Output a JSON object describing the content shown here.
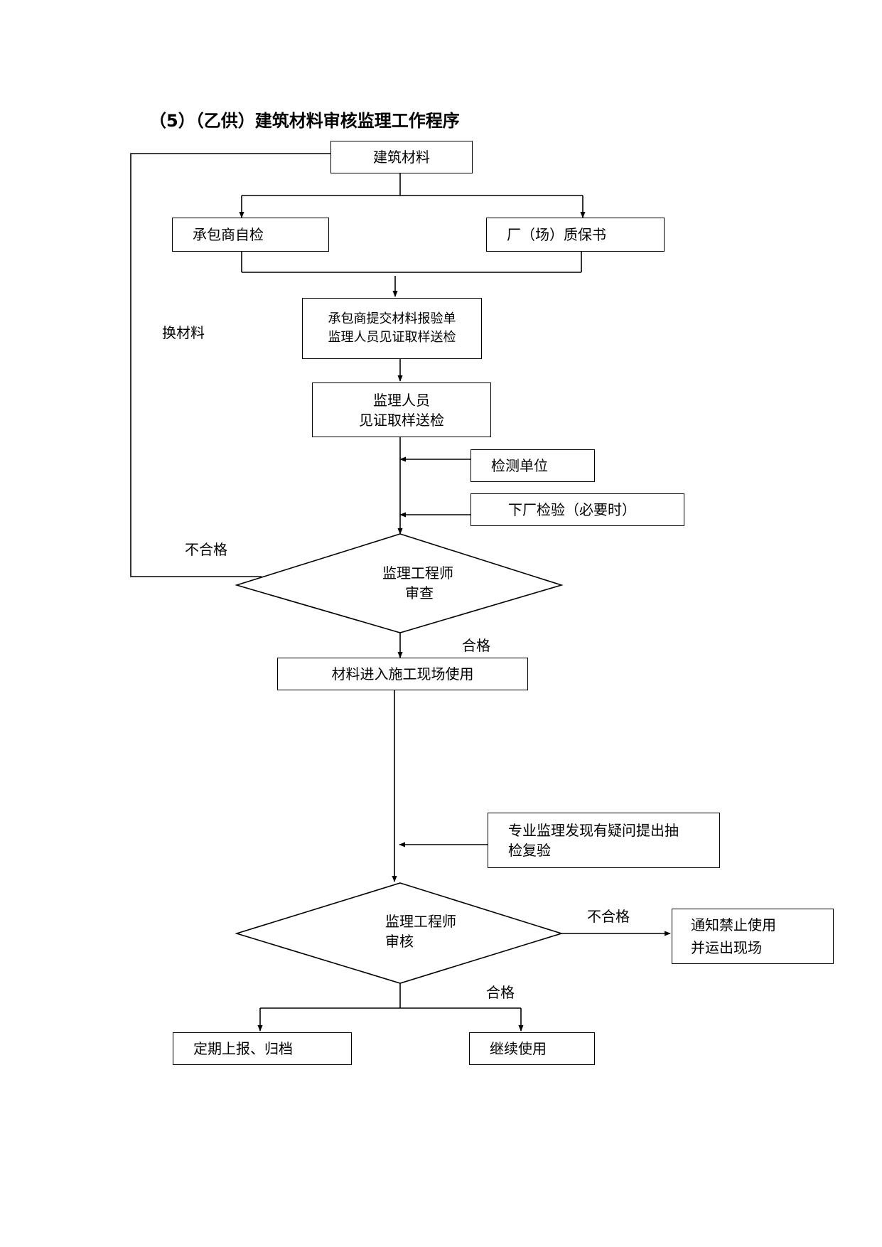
{
  "title": "（5）（乙供）建筑材料审核监理工作程序",
  "nodes": {
    "material": "建筑材料",
    "self_check": "承包商自检",
    "warranty": "厂（场）质保书",
    "submit_line1": "承包商提交材料报验单",
    "submit_line2": "监理人员见证取样送检",
    "witness_line1": "监理人员",
    "witness_line2": "见证取样送检",
    "testing_unit": "检测单位",
    "factory_inspect": "下厂检验（必要时）",
    "review1_line1": "监理工程师",
    "review1_line2": "审查",
    "enter_site": "材料进入施工现场使用",
    "recheck_line1": "专业监理发现有疑问提出抽",
    "recheck_line2": "检复验",
    "review2_line1": "监理工程师",
    "review2_line2": "审核",
    "stop_line1": "通知禁止使用",
    "stop_line2": "并运出现场",
    "report": "定期上报、归档",
    "continue": "继续使用"
  },
  "edge_labels": {
    "replace": "换材料",
    "fail1": "不合格",
    "pass1": "合格",
    "fail2": "不合格",
    "pass2": "合格"
  }
}
